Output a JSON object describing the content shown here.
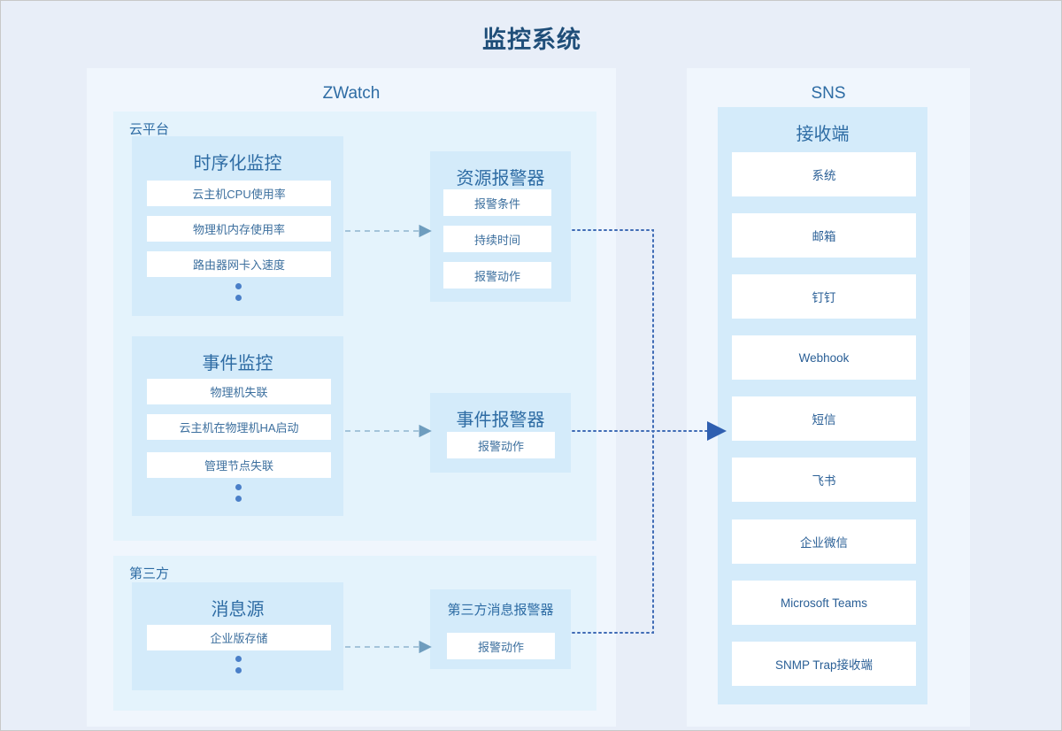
{
  "page": {
    "title": "监控系统",
    "background": "#e8eef8",
    "accent": "#2e6ca4",
    "arrow_dashed_color": "#8fb4cf",
    "arrow_dotted_color": "#3f6bb5",
    "dot_color": "#4a7fc8"
  },
  "zwatch": {
    "title": "ZWatch",
    "cloud_platform": {
      "label": "云平台",
      "timeseries": {
        "title": "时序化监控",
        "items": [
          "云主机CPU使用率",
          "物理机内存使用率",
          "路由器网卡入速度"
        ],
        "ellipsis": true
      },
      "event_monitor": {
        "title": "事件监控",
        "items": [
          "物理机失联",
          "云主机在物理机HA启动",
          "管理节点失联"
        ],
        "ellipsis": true
      },
      "resource_alarm": {
        "title": "资源报警器",
        "items": [
          "报警条件",
          "持续时间",
          "报警动作"
        ]
      },
      "event_alarm": {
        "title": "事件报警器",
        "items": [
          "报警动作"
        ]
      }
    },
    "third_party": {
      "label": "第三方",
      "message_source": {
        "title": "消息源",
        "items": [
          "企业版存储"
        ],
        "ellipsis": true
      },
      "third_party_alarm": {
        "title": "第三方消息报警器",
        "items": [
          "报警动作"
        ]
      }
    }
  },
  "sns": {
    "title": "SNS",
    "receiver": {
      "title": "接收端",
      "items": [
        "系统",
        "邮箱",
        "钉钉",
        "Webhook",
        "短信",
        "飞书",
        "企业微信",
        "Microsoft Teams",
        "SNMP Trap接收端"
      ]
    }
  }
}
